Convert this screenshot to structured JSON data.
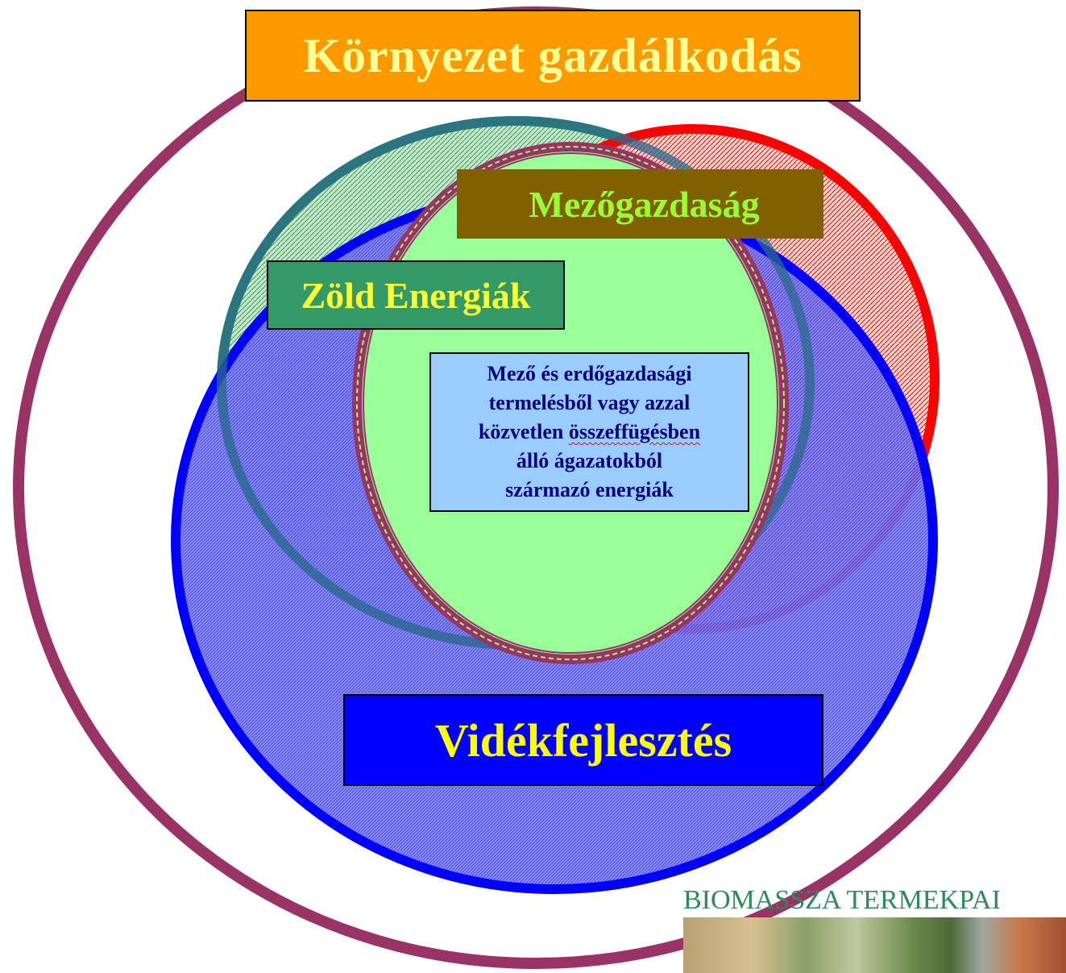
{
  "diagram": {
    "outer_label": "Környezet gazdálkodás",
    "agriculture_label": "Mezőgazdaság",
    "green_energy_label": "Zöld Energiák",
    "center_text": {
      "line1": "Mező és erdőgazdasági",
      "line2": "termelésből vagy azzal",
      "line3_a": "közvetlen ",
      "line3_b": "összeffügésben",
      "line4": "álló ágazatokból",
      "line5": "származó energiák"
    },
    "rural_label": "Vidékfejlesztés",
    "logo_text": "BIOMASSZA TERMEKPAI"
  },
  "colors": {
    "environment_ring": "#993366",
    "agriculture_circle": "#ff0000",
    "green_energy_circle": "#339966",
    "rural_circle": "#0000ff",
    "core_fill": "#99ff99",
    "label_text_yellow": "#ffff00",
    "center_text": "#000080"
  }
}
